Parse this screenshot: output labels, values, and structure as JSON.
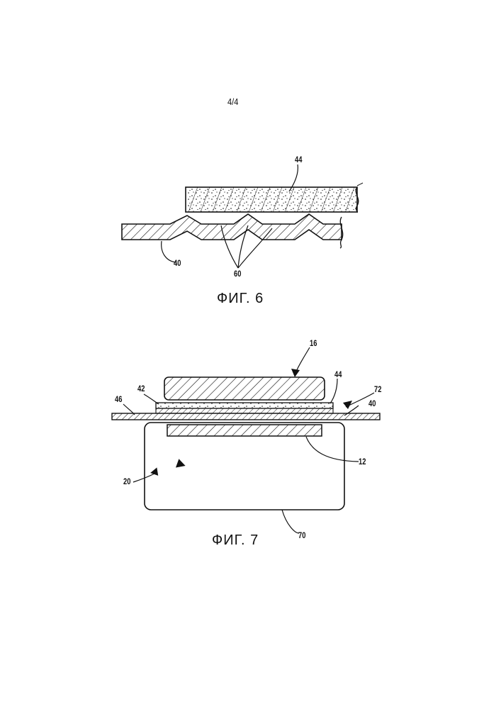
{
  "page": {
    "number": "4/4"
  },
  "figure6": {
    "caption": "ФИГ. 6",
    "labels": {
      "layer44": "44",
      "film40": "40",
      "corrugations60": "60"
    }
  },
  "figure7": {
    "caption": "ФИГ. 7",
    "labels": {
      "item16": "16",
      "item44": "44",
      "item42": "42",
      "item72": "72",
      "item46": "46",
      "item40": "40",
      "item12": "12",
      "item20": "20",
      "item70": "70"
    }
  }
}
